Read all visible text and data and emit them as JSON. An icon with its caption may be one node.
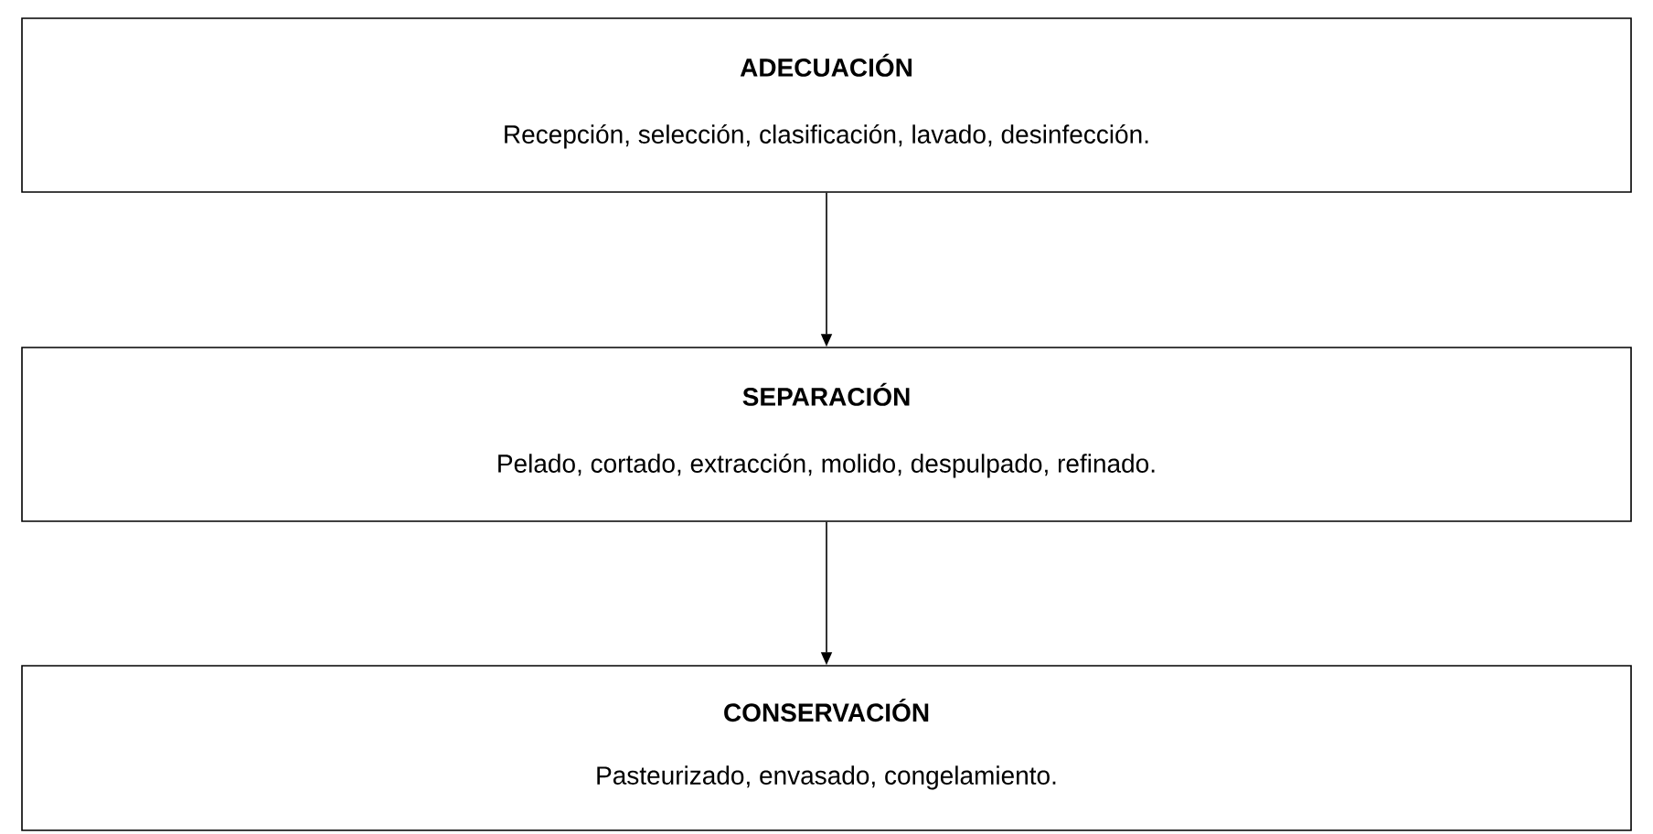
{
  "diagram": {
    "nodes": [
      {
        "text": [
          "ADECUACIÓN",
          "Recepción, selección, clasificación, lavado, desinfección."
        ]
      },
      {
        "text": [
          "SEPARACIÓN",
          "Pelado, cortado, extracción, molido, despulpado, refinado."
        ]
      },
      {
        "text": [
          "CONSERVACIÓN",
          "Pasteurizado, envasado, congelamiento."
        ]
      }
    ],
    "edges": [
      {
        "from": 0,
        "to": 1,
        "arrow": "to"
      },
      {
        "from": 1,
        "to": 2,
        "arrow": "to"
      }
    ]
  }
}
